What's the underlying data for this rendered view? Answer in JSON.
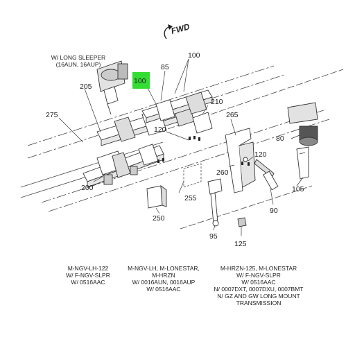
{
  "direction_label": "FWD",
  "highlight_color": "#33dd33",
  "highlighted_callout": "100",
  "callouts": {
    "c100_top": "100",
    "c100_box": "100",
    "c85": "85",
    "c205": "205",
    "c275": "275",
    "c210": "210",
    "c265": "265",
    "c120_a": "120",
    "c120_b": "120",
    "c80": "80",
    "c260": "260",
    "c105": "105",
    "c200": "200",
    "c255": "255",
    "c250": "250",
    "c90": "90",
    "c95": "95",
    "c125": "125"
  },
  "sleeper_note": {
    "line1": "W/ LONG SLEEPER",
    "line2": "(16AUN, 16AUP)"
  },
  "notes": {
    "left": [
      "M-NGV-LH-122",
      "W/ F-NGV-SLPR",
      "W/ 0516AAC"
    ],
    "center": [
      "M-NGV-LH, M-LONESTAR,",
      "M-HRZN",
      "W/ 0016AUN, 0016AUP",
      "W/ 0516AAC"
    ],
    "right": [
      "M-HRZN-125, M-LONESTAR",
      "W/ F-NGV-SLPR",
      "W/ 0516AAC",
      "N/ 0007DXT, 0007DXU, 0007BMT",
      "N/ GZ AND GW LONG MOUNT",
      "TRANSMISSION"
    ]
  }
}
